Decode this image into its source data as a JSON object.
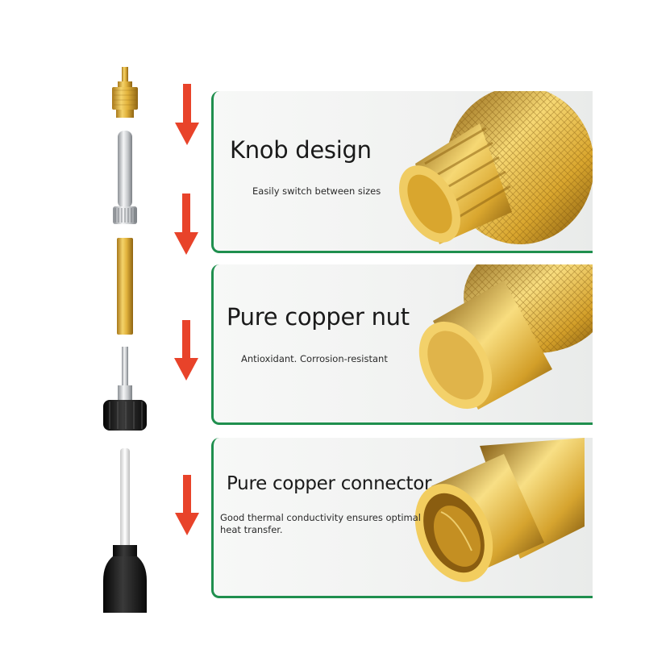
{
  "features": [
    {
      "title": "Knob design",
      "description": "Easily switch between sizes",
      "image_icon": "knurled-knob-icon"
    },
    {
      "title": "Pure copper nut",
      "description": "Antioxidant. Corrosion-resistant",
      "image_icon": "copper-nut-icon"
    },
    {
      "title": "Pure copper connector",
      "description": "Good thermal conductivity ensures optimal heat transfer.",
      "image_icon": "copper-connector-icon"
    }
  ],
  "parts": [
    {
      "name": "brass-knob"
    },
    {
      "name": "steel-sleeve"
    },
    {
      "name": "copper-tube"
    },
    {
      "name": "black-nut"
    },
    {
      "name": "heating-element-handle"
    }
  ],
  "colors": {
    "accent_green": "#1f8f4e",
    "arrow_red": "#e8432a",
    "brass": "#d4a834",
    "panel_bg": "#f2f3f2"
  }
}
